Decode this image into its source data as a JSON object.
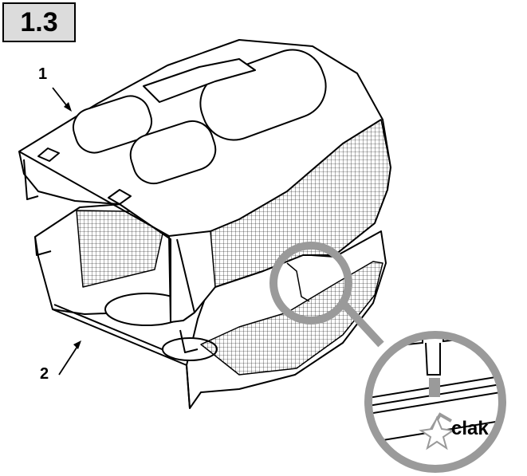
{
  "figure": {
    "step_label": "1.3",
    "callouts": [
      {
        "id": "1",
        "label": "1"
      },
      {
        "id": "2",
        "label": "2"
      }
    ],
    "detail_sound": "clak",
    "colors": {
      "line": "#000000",
      "fill": "#ffffff",
      "badge": "#dcdcdc",
      "magnifier_ring": "#9a9a9a"
    }
  }
}
